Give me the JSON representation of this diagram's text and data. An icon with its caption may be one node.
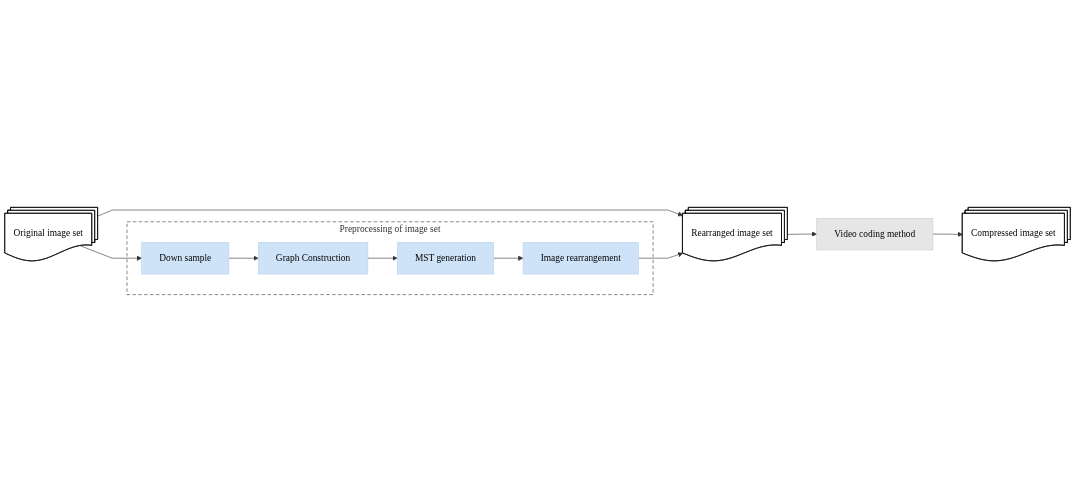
{
  "diagram": {
    "nodes": [
      {
        "text": [
          "Original image set"
        ]
      },
      {
        "text": [
          "Rearranged image set"
        ]
      },
      {
        "text": [
          "Video coding method"
        ]
      },
      {
        "text": [
          "Compressed image set"
        ]
      },
      {
        "text": [
          "Preprocessing of image set"
        ]
      },
      {
        "text": [
          "Down sample"
        ],
        "in": 4
      },
      {
        "text": [
          "Image rearrangement"
        ],
        "in": 4
      },
      {
        "text": [
          "Graph Construction"
        ],
        "in": 4
      },
      {
        "text": [
          "MST generation"
        ],
        "in": 4
      }
    ],
    "edges": [
      {
        "from": 0,
        "to": 1,
        "arrow": "to"
      },
      {
        "from": 1,
        "to": 2,
        "arrow": "to"
      },
      {
        "from": 2,
        "to": 3,
        "arrow": "to"
      },
      {
        "from": 0,
        "to": 5,
        "arrow": "to"
      },
      {
        "from": 5,
        "to": 7,
        "arrow": "to"
      },
      {
        "from": 7,
        "to": 8,
        "arrow": "to"
      },
      {
        "from": 8,
        "to": 6,
        "arrow": "to"
      },
      {
        "from": 6,
        "to": 1,
        "arrow": "to"
      }
    ]
  }
}
